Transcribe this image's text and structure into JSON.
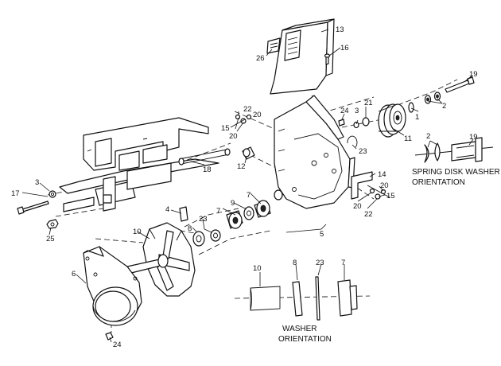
{
  "callouts": {
    "c1": "1",
    "c2a": "2",
    "c2b": "2",
    "c3a": "3",
    "c3b": "3",
    "c4": "4",
    "c5": "5",
    "c6": "6",
    "c7a": "7",
    "c7b": "7",
    "c7c": "7",
    "c8a": "8",
    "c8b": "8",
    "c9": "9",
    "c10a": "10",
    "c10b": "10",
    "c11": "11",
    "c12": "12",
    "c13": "13",
    "c14": "14",
    "c15a": "15",
    "c15b": "15",
    "c16": "16",
    "c17": "17",
    "c18": "18",
    "c19a": "19",
    "c19b": "19",
    "c20a": "20",
    "c20b": "20",
    "c20c": "20",
    "c20d": "20",
    "c21": "21",
    "c22a": "22",
    "c22b": "22",
    "c23a": "23",
    "c23b": "23",
    "c23c": "23",
    "c24a": "24",
    "c24b": "24",
    "c25": "25",
    "c26": "26"
  },
  "captions": {
    "spring_line1": "SPRING DISK WASHER",
    "spring_line2": "ORIENTATION",
    "washer_line1": "WASHER",
    "washer_line2": "ORIENTATION"
  }
}
